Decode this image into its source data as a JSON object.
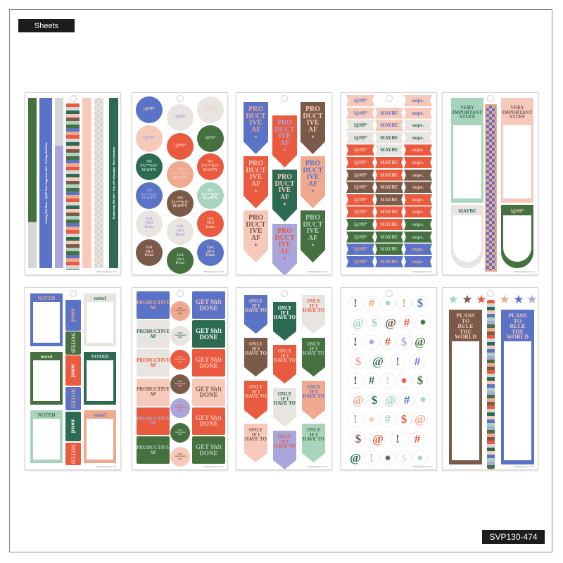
{
  "labels": {
    "section": "Sheets",
    "sku": "SVP130-474"
  },
  "footer": "thehappyplanner.com",
  "palette": {
    "blue": "#5a73c6",
    "red": "#ea5a3f",
    "green": "#46703f",
    "teal": "#2c6b52",
    "brown": "#7a5a48",
    "pink": "#f6c9bb",
    "peach": "#eea98e",
    "mint": "#a8d4bd",
    "lavender": "#a9a6dc",
    "cream": "#e8e4df",
    "silver": "#d6d6d6",
    "white": "#ffffff"
  },
  "sheets": [
    {
      "strips": [
        {
          "color": "green",
          "bottom": "silver"
        },
        {
          "color": "blue",
          "text": "Getting Sh!t Done · !@#$* Your Important Sh!t · Getting Sh!t Done",
          "fg": "white"
        },
        {
          "color": "silver",
          "bottom": "lavender"
        },
        {
          "stripes": [
            "red",
            "silver",
            "teal",
            "pink",
            "brown",
            "mint",
            "green",
            "blue",
            "peach"
          ]
        },
        {
          "color": "pink"
        },
        {
          "color": "cream",
          "checker": true
        },
        {
          "color": "teal",
          "text": "Manifesting Miracles · Stop self-sabotaging · Boss Intentions",
          "fg": "white"
        }
      ]
    },
    {
      "circles": [
        [
          {
            "bg": "blue",
            "fg": "pink",
            "text": "!@#$*"
          },
          {
            "bg": "pink",
            "fg": "lavender",
            "text": "!@#$*"
          },
          {
            "bg": "teal",
            "fg": "mint",
            "text": "SO\nFU**KN'\nHAPPY"
          },
          {
            "bg": "blue",
            "fg": "lavender",
            "text": "SO\nFU**KN'\nHAPPY"
          },
          {
            "bg": "cream",
            "fg": "lavender",
            "text": "Get\nSh!t\nDone"
          },
          {
            "bg": "brown",
            "fg": "pink",
            "text": "Get\nSh!t\nDone"
          }
        ],
        [
          {
            "bg": "cream",
            "fg": "lavender",
            "text": "!@#$*"
          },
          {
            "bg": "red",
            "fg": "pink",
            "text": "!@#$*"
          },
          {
            "bg": "peach",
            "fg": "pink",
            "text": "SO\nFU**KN'\nHAPPY"
          },
          {
            "bg": "brown",
            "fg": "pink",
            "text": "SO\nFU**KN'\nHAPPY"
          },
          {
            "bg": "cream",
            "fg": "lavender",
            "text": "Get\nSh!t\nDone"
          },
          {
            "bg": "green",
            "fg": "mint",
            "text": "Get\nSh!t\nDone"
          }
        ],
        [
          {
            "bg": "cream",
            "fg": "pink",
            "text": "!@#$*"
          },
          {
            "bg": "green",
            "fg": "mint",
            "text": "!@#$*"
          },
          {
            "bg": "red",
            "fg": "pink",
            "text": "SO\nFU**KN'\nHAPPY"
          },
          {
            "bg": "mint",
            "fg": "white",
            "text": "SO\nFU**KN'\nHAPPY"
          },
          {
            "bg": "red",
            "fg": "pink",
            "text": "Get\nSh!t\nDone"
          },
          {
            "bg": "blue",
            "fg": "pink",
            "text": "Get\nSh!t\nDone"
          }
        ]
      ]
    },
    {
      "text": "PRO\nDUCT\nIVE\nAF",
      "pennants": [
        [
          {
            "bg": "blue",
            "fg": "peach"
          },
          {
            "bg": "red",
            "fg": "pink"
          },
          {
            "bg": "pink",
            "fg": "brown"
          }
        ],
        [
          {
            "bg": "red",
            "fg": "lavender"
          },
          {
            "bg": "teal",
            "fg": "pink"
          },
          {
            "bg": "lavender",
            "fg": "red"
          }
        ],
        [
          {
            "bg": "brown",
            "fg": "pink"
          },
          {
            "bg": "peach",
            "fg": "blue"
          },
          {
            "bg": "green",
            "fg": "mint"
          }
        ]
      ]
    },
    {
      "texts": [
        "!@#$*",
        "MAYBE",
        "nope."
      ],
      "rows": [
        "pink",
        "pink",
        "cream",
        "cream",
        "red",
        "red",
        "brown",
        "brown",
        "red",
        "red",
        "green",
        "green",
        "blue",
        "blue"
      ],
      "fg": {
        "pink": "blue",
        "cream": "teal",
        "red": "pink",
        "brown": "pink",
        "green": "mint",
        "blue": "peach"
      }
    },
    {
      "labels": [
        {
          "bg": "mint",
          "fg": "teal",
          "text": "VERY\nIMPORTANT\nSTUFF",
          "arch_bg": "cream",
          "arch_fg": "teal",
          "arch_text": "MAYBE"
        },
        {
          "bg": "pink",
          "fg": "brown",
          "text": "VERY\nIMPORTANT\nSTUFF",
          "arch_bg": "green",
          "arch_fg": "pink",
          "arch_text": "!@#$*"
        }
      ],
      "strip": [
        "blue",
        "peach"
      ]
    },
    {
      "frames_left": [
        {
          "bg": "blue",
          "fg": "peach",
          "text": "NOTED"
        },
        {
          "bg": "green",
          "fg": "cream",
          "text": "noted"
        },
        {
          "bg": "mint",
          "fg": "green",
          "text": "NOTED"
        }
      ],
      "frames_right": [
        {
          "bg": "cream",
          "fg": "teal",
          "text": "noted"
        },
        {
          "bg": "teal",
          "fg": "cream",
          "text": "NOTED"
        },
        {
          "bg": "peach",
          "fg": "blue",
          "text": "noted"
        }
      ],
      "tabs": [
        {
          "bg": "blue",
          "fg": "peach",
          "text": "noted"
        },
        {
          "bg": "green",
          "fg": "cream",
          "text": "NOTED"
        },
        {
          "bg": "red",
          "fg": "white",
          "text": "noted"
        },
        {
          "bg": "blue",
          "fg": "peach",
          "text": "NOTED"
        },
        {
          "bg": "teal",
          "fg": "white",
          "text": "noted"
        },
        {
          "bg": "red",
          "fg": "pink",
          "text": "NOTED"
        }
      ]
    },
    {
      "left_text": "PRODUCTIVE\nAF",
      "right_text": "GET Sh!t\nDONE",
      "circle_text": "Your\nImportant\nShit",
      "left": [
        {
          "bg": "blue",
          "fg": "peach"
        },
        {
          "bg": "cream",
          "fg": "teal"
        },
        {
          "bg": "cream",
          "fg": "red"
        },
        {
          "bg": "pink",
          "fg": "brown"
        },
        {
          "bg": "red",
          "fg": "lavender"
        },
        {
          "bg": "green",
          "fg": "mint"
        }
      ],
      "circles": [
        {
          "bg": "peach",
          "fg": "brown"
        },
        {
          "bg": "cream",
          "fg": "teal"
        },
        {
          "bg": "red",
          "fg": "pink"
        },
        {
          "bg": "brown",
          "fg": "pink"
        },
        {
          "bg": "lavender",
          "fg": "red"
        },
        {
          "bg": "green",
          "fg": "mint"
        },
        {
          "bg": "pink",
          "fg": "brown"
        }
      ],
      "right": [
        {
          "bg": "blue",
          "fg": "pink"
        },
        {
          "bg": "teal",
          "fg": "white"
        },
        {
          "bg": "red",
          "fg": "pink"
        },
        {
          "bg": "pink",
          "fg": "brown"
        },
        {
          "bg": "red",
          "fg": "pink"
        },
        {
          "bg": "green",
          "fg": "mint"
        }
      ]
    },
    {
      "text": "ONLY\nIF I\nHAVE TO",
      "pennants": [
        [
          {
            "bg": "blue",
            "fg": "pink"
          },
          {
            "bg": "brown",
            "fg": "pink"
          },
          {
            "bg": "red",
            "fg": "pink"
          },
          {
            "bg": "pink",
            "fg": "brown"
          }
        ],
        [
          {
            "bg": "teal",
            "fg": "white"
          },
          {
            "bg": "red",
            "fg": "pink"
          },
          {
            "bg": "cream",
            "fg": "teal"
          },
          {
            "bg": "lavender",
            "fg": "red"
          }
        ],
        [
          {
            "bg": "cream",
            "fg": "red"
          },
          {
            "bg": "green",
            "fg": "mint"
          },
          {
            "bg": "peach",
            "fg": "blue"
          },
          {
            "bg": "mint",
            "fg": "green"
          }
        ]
      ]
    },
    {
      "symbols": [
        [
          {
            "s": "!",
            "c": "blue"
          },
          {
            "s": "#",
            "c": "peach"
          },
          {
            "s": "✺",
            "c": "mint"
          },
          {
            "s": "!",
            "c": "peach"
          },
          {
            "s": "$",
            "c": "blue"
          }
        ],
        [
          {
            "s": "@",
            "c": "mint"
          },
          {
            "s": "$",
            "c": "mint"
          },
          {
            "s": "@",
            "c": "brown"
          },
          {
            "s": "#",
            "c": "red"
          },
          {
            "s": "✺",
            "c": "green"
          }
        ],
        [
          {
            "s": "!",
            "c": "green"
          },
          {
            "s": "✺",
            "c": "lavender"
          },
          {
            "s": "#",
            "c": "red"
          },
          {
            "s": "$",
            "c": "lavender"
          },
          {
            "s": "@",
            "c": "green"
          }
        ],
        [
          {
            "s": "$",
            "c": "peach"
          },
          {
            "s": "@",
            "c": "teal"
          },
          {
            "s": "!",
            "c": "blue"
          },
          {
            "s": "#",
            "c": "blue"
          }
        ],
        [
          {
            "s": "!",
            "c": "green"
          },
          {
            "s": "#",
            "c": "teal"
          },
          {
            "s": "!",
            "c": "pink"
          },
          {
            "s": "✺",
            "c": "red"
          },
          {
            "s": "$",
            "c": "green"
          }
        ],
        [
          {
            "s": "@",
            "c": "peach"
          },
          {
            "s": "$",
            "c": "teal"
          },
          {
            "s": "@",
            "c": "mint"
          },
          {
            "s": "#",
            "c": "blue"
          },
          {
            "s": "✺",
            "c": "mint"
          }
        ],
        [
          {
            "s": "!",
            "c": "lavender"
          },
          {
            "s": "✺",
            "c": "pink"
          },
          {
            "s": "#",
            "c": "mint"
          },
          {
            "s": "$",
            "c": "red"
          },
          {
            "s": "@",
            "c": "peach"
          }
        ],
        [
          {
            "s": "$",
            "c": "brown"
          },
          {
            "s": "@",
            "c": "red"
          },
          {
            "s": "!",
            "c": "green"
          },
          {
            "s": "#",
            "c": "red"
          }
        ],
        [
          {
            "s": "@",
            "c": "teal"
          },
          {
            "s": "!",
            "c": "mint"
          },
          {
            "s": "✺",
            "c": "brown"
          },
          {
            "s": "$",
            "c": "cream"
          },
          {
            "s": "✺",
            "c": "mint"
          }
        ]
      ]
    },
    {
      "stars": [
        "mint",
        "brown",
        "red",
        "peach",
        "blue",
        "lavender"
      ],
      "frames": [
        {
          "bg": "brown",
          "fg": "pink",
          "text": "PLANS TO\nRULE THE\nWORLD"
        },
        {
          "bg": "blue",
          "fg": "pink",
          "text": "PLANS TO\nRULE THE\nWORLD"
        }
      ],
      "strip": [
        "red",
        "silver",
        "teal",
        "pink",
        "blue",
        "mint",
        "lavender",
        "green",
        "peach",
        "brown"
      ]
    }
  ]
}
